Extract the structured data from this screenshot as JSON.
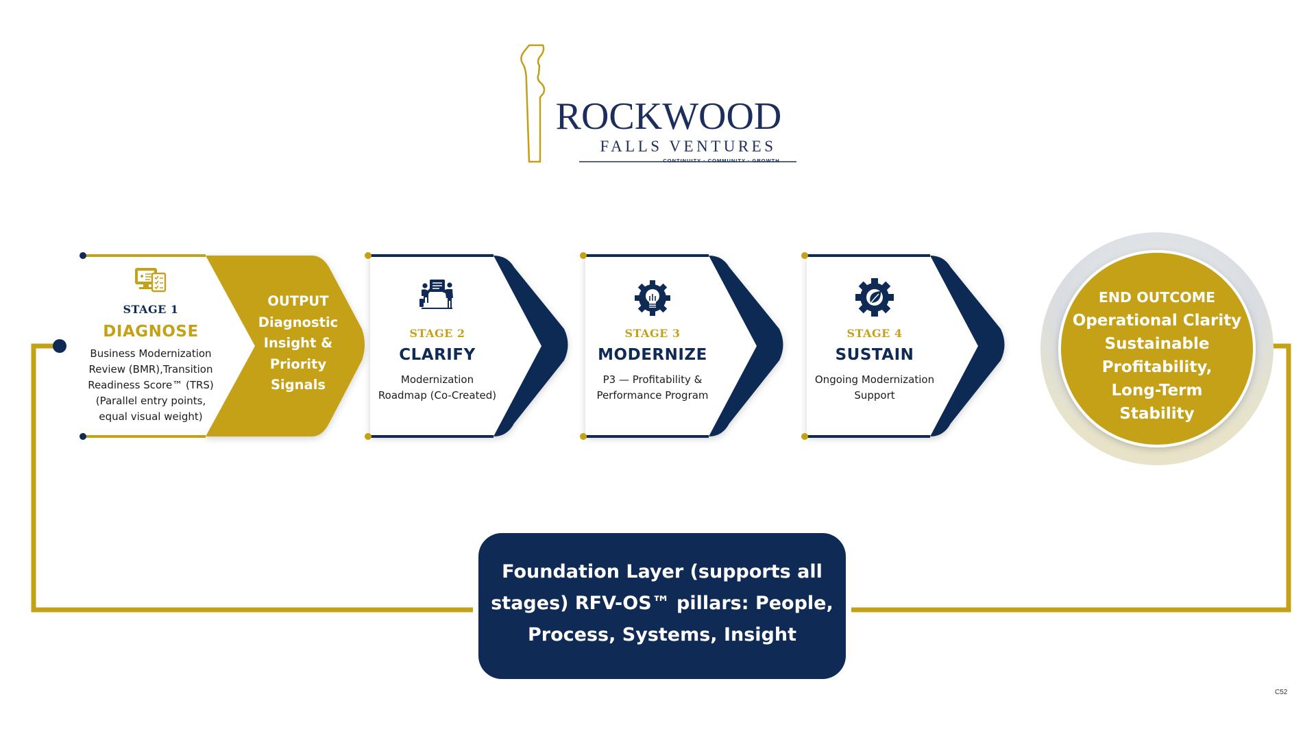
{
  "logo": {
    "name_line1": "ROCKWOOD",
    "name_line2": "FALLS VENTURES",
    "tagline": "CONTINUITY · COMMUNITY · GROWTH",
    "colors": {
      "navy": "#1d2e5c",
      "gold": "#c29f16"
    }
  },
  "stages": [
    {
      "number": "STAGE 1",
      "title": "DIAGNOSE",
      "description_lines": [
        "Business Modernization",
        "Review (BMR),Transition",
        "Readiness Score™ (TRS)",
        "(Parallel entry points,",
        "equal visual weight)"
      ],
      "icon": "computer-checklist-icon"
    },
    {
      "number": "STAGE 2",
      "title": "CLARIFY",
      "description_lines": [
        "Modernization",
        "Roadmap (Co-Created)"
      ],
      "icon": "team-presentation-icon"
    },
    {
      "number": "STAGE 3",
      "title": "MODERNIZE",
      "description_lines": [
        "P3 — Profitability &",
        "Performance Program"
      ],
      "icon": "lightbulb-gear-icon"
    },
    {
      "number": "STAGE 4",
      "title": "SUSTAIN",
      "description_lines": [
        "Ongoing Modernization",
        "Support"
      ],
      "icon": "gear-leaf-icon"
    }
  ],
  "output": {
    "heading": "OUTPUT",
    "lines": [
      "Diagnostic",
      "Insight &",
      "Priority",
      "Signals"
    ]
  },
  "end_outcome": {
    "heading": "END OUTCOME",
    "lines": [
      "Operational Clarity",
      "Sustainable",
      "Profitability,",
      "Long-Term",
      "Stability"
    ]
  },
  "foundation": {
    "lines": [
      "Foundation Layer (supports all",
      "stages) RFV-OS™ pillars: People,",
      "Process, Systems, Insight"
    ]
  },
  "page_code": "C52",
  "colors": {
    "navy": "#0e2a55",
    "gold": "#c4a116",
    "text": "#1b1b1b",
    "white": "#ffffff"
  }
}
